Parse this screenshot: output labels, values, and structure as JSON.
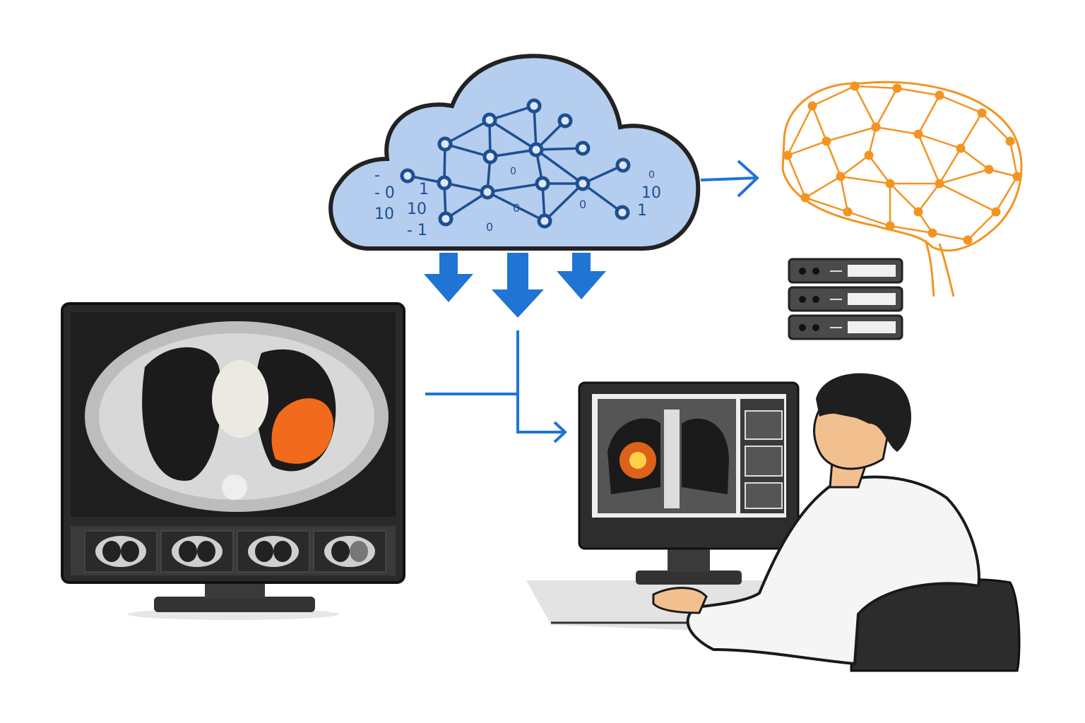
{
  "cloud": {
    "digits": [
      "-",
      "- 0",
      "1",
      "10",
      "10",
      "- 1",
      "0",
      "0",
      "0",
      "0",
      "10",
      "1",
      "0"
    ]
  },
  "colors": {
    "cloud_fill": "#b5cdee",
    "network": "#1d4f91",
    "arrow": "#1f74d4",
    "brain": "#f39422",
    "highlight": "#f26a1b",
    "outline": "#2b2b2b"
  }
}
